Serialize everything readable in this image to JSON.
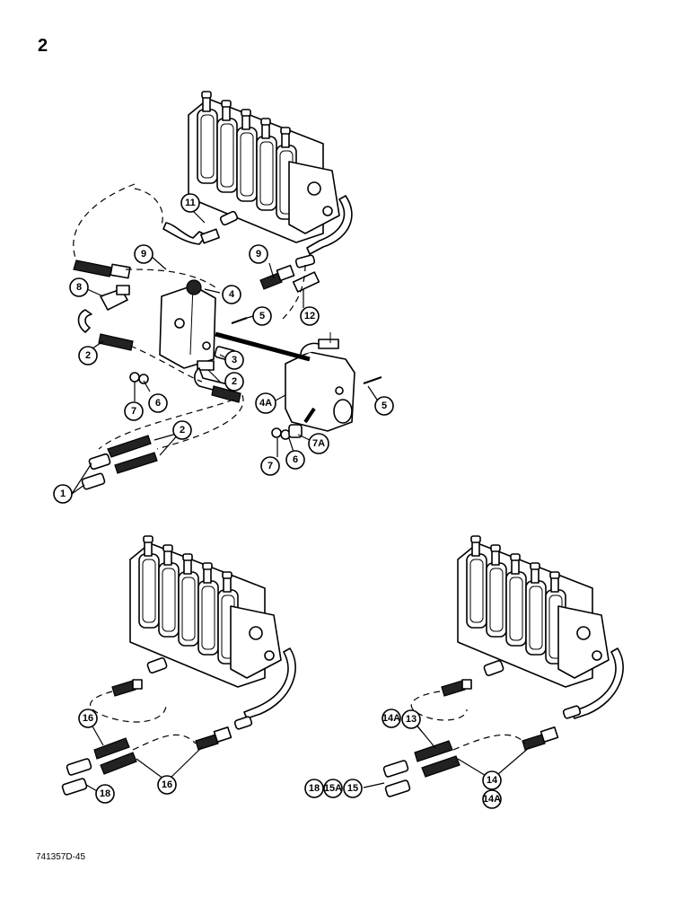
{
  "page_number": "2",
  "doc_code": "741357D-45",
  "callouts_top": {
    "c1": "1",
    "c2a": "2",
    "c2b": "2",
    "c2c": "2",
    "c3": "3",
    "c4": "4",
    "c4a": "4A",
    "c5a": "5",
    "c5b": "5",
    "c6a": "6",
    "c6b": "6",
    "c7a": "7",
    "c7b": "7",
    "c7a2": "7A",
    "c8": "8",
    "c9a": "9",
    "c9b": "9",
    "c11": "11",
    "c12": "12"
  },
  "callouts_bl": {
    "c16a": "16",
    "c16b": "16",
    "c18": "18"
  },
  "callouts_br": {
    "c13": "13",
    "c14a": "14A",
    "c14": "14",
    "c14a2": "14A",
    "c15": "15",
    "c15a": "15A",
    "c18": "18"
  }
}
